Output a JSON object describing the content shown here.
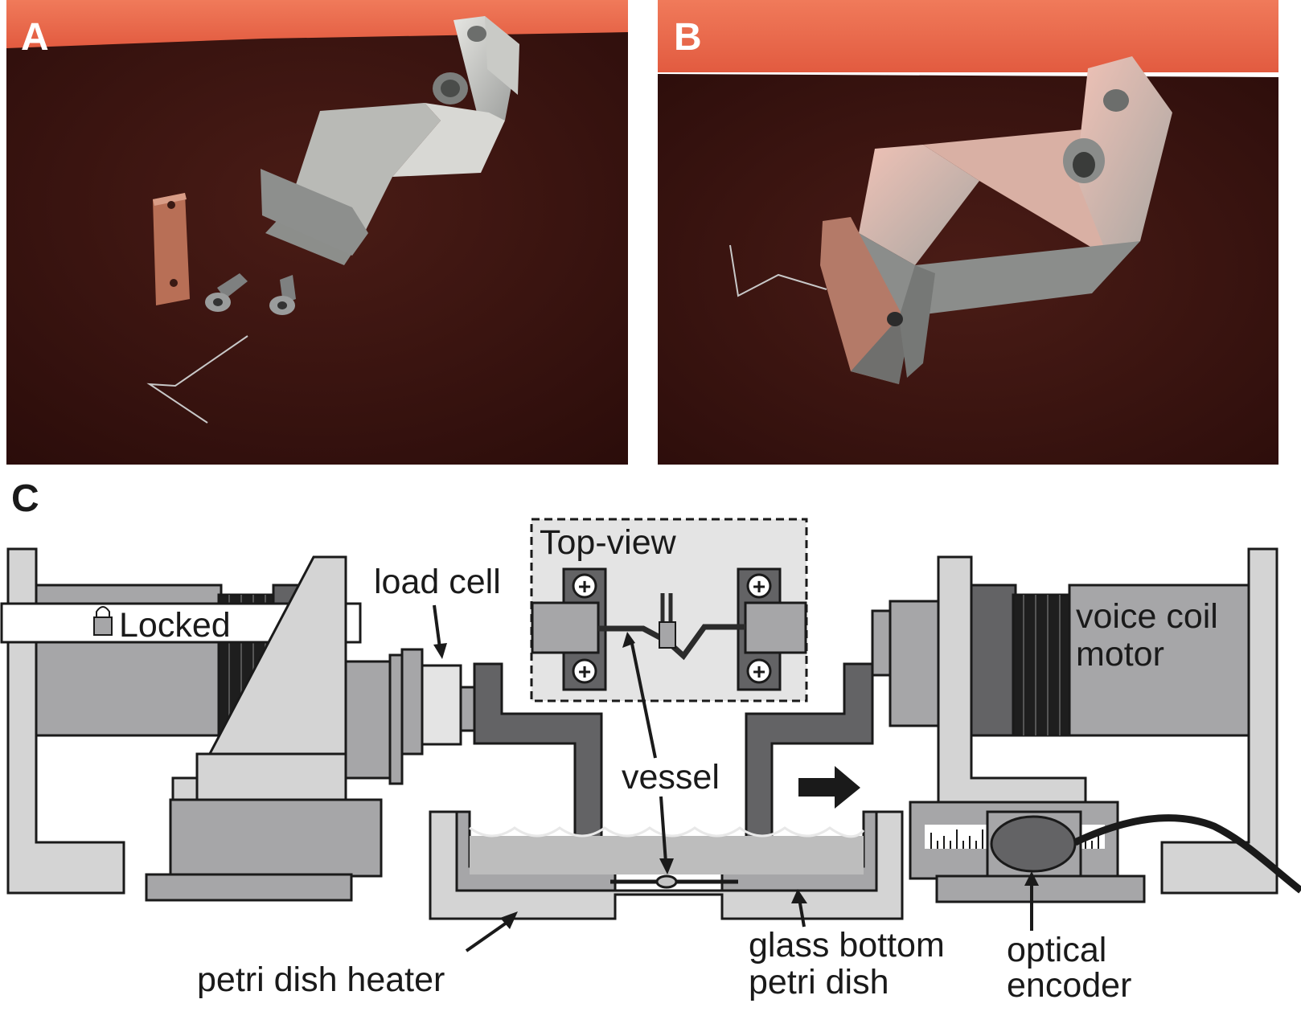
{
  "panels": {
    "a": {
      "letter": "A"
    },
    "b": {
      "letter": "B"
    },
    "c": {
      "letter": "C"
    }
  },
  "labels": {
    "top_view": "Top-view",
    "load_cell": "load cell",
    "locked": "Locked",
    "voice_coil_line1": "voice coil",
    "voice_coil_line2": "motor",
    "vessel": "vessel",
    "petri_dish_heater": "petri dish heater",
    "glass_bottom_line1": "glass bottom",
    "glass_bottom_line2": "petri dish",
    "optical_encoder_line1": "optical",
    "optical_encoder_line2": "encoder"
  },
  "colors": {
    "light_gray": "#d4d4d4",
    "mid_gray": "#a6a6a8",
    "dark_gray": "#636365",
    "near_black": "#2b2b2b",
    "photo_background": "#3a1410",
    "photo_wall": "#e8684a"
  }
}
